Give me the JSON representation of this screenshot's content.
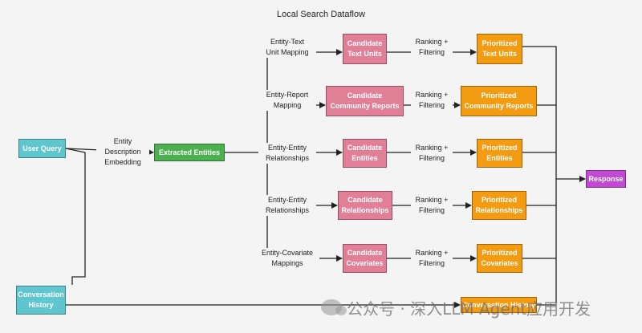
{
  "title": "Local Search Dataflow",
  "nodes": {
    "user_query": "User Query",
    "conversation_history": "Conversation\nHistory",
    "extracted_entities": "Extracted Entities",
    "candidate_text_units": "Candidate\nText Units",
    "candidate_community_reports": "Candidate\nCommunity Reports",
    "candidate_entities": "Candidate\nEntities",
    "candidate_relationships": "Candidate\nRelationships",
    "candidate_covariates": "Candidate\nCovariates",
    "prioritized_text_units": "Prioritized\nText Units",
    "prioritized_community_reports": "Prioritized\nCommunity Reports",
    "prioritized_entities": "Prioritized\nEntities",
    "prioritized_relationships": "Prioritized\nRelationships",
    "prioritized_covariates": "Prioritized\nCovariates",
    "conversation_history_output": "Conversation History",
    "response": "Response"
  },
  "edge_labels": {
    "entity_description_embedding": "Entity\nDescription\nEmbedding",
    "entity_text_unit_mapping": "Entity-Text\nUnit Mapping",
    "entity_report_mapping": "Entity-Report\nMapping",
    "entity_entity_relationships_1": "Entity-Entity\nRelationships",
    "entity_entity_relationships_2": "Entity-Entity\nRelationships",
    "entity_covariate_mappings": "Entity-Covariate\nMappings",
    "ranking_filtering_1": "Ranking +\nFiltering",
    "ranking_filtering_2": "Ranking +\nFiltering",
    "ranking_filtering_3": "Ranking +\nFiltering",
    "ranking_filtering_4": "Ranking +\nFiltering",
    "ranking_filtering_5": "Ranking +\nFiltering"
  },
  "watermark": "公众号 · 深入LLM Agent应用开发",
  "colors": {
    "input": "#5fc6cf",
    "extracted": "#4caf50",
    "candidate": "#e07f95",
    "prioritized": "#f39c12",
    "response": "#c04ad1"
  }
}
